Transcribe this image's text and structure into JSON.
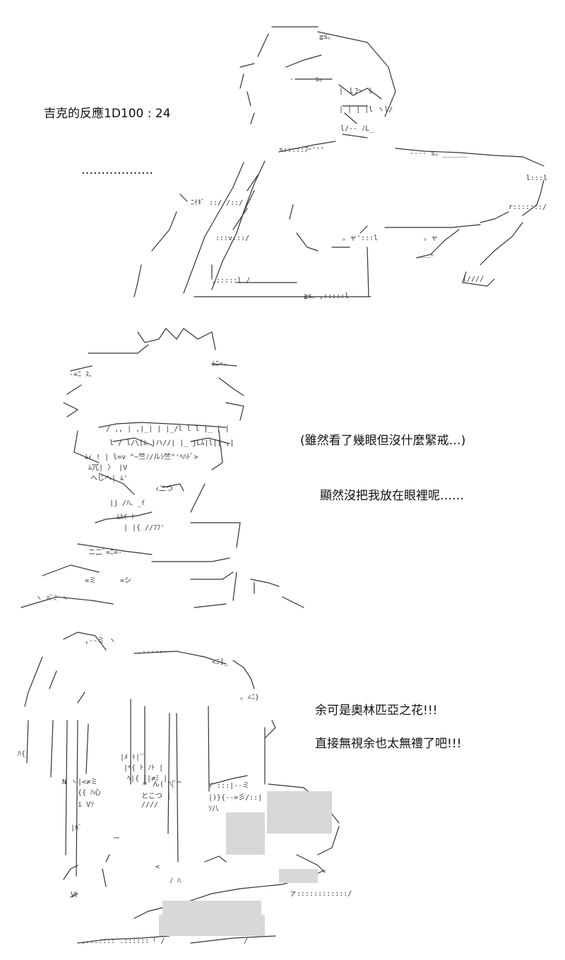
{
  "panels": [
    {
      "lines": [
        "吉克的反應1D100 : 24",
        "………………"
      ],
      "art_name": "character-turned-away"
    },
    {
      "lines": [
        "(雖然看了幾眼但沒什麼緊戒…)",
        "顯然沒把我放在眼裡呢……"
      ],
      "art_name": "spiky-haired-character"
    },
    {
      "lines": [
        "余可是奧林匹亞之花!!!",
        "直接無視余也太無禮了吧!!!"
      ],
      "art_name": "long-haired-character"
    }
  ],
  "colors": {
    "ink": "#111111",
    "background": "#ffffff"
  }
}
